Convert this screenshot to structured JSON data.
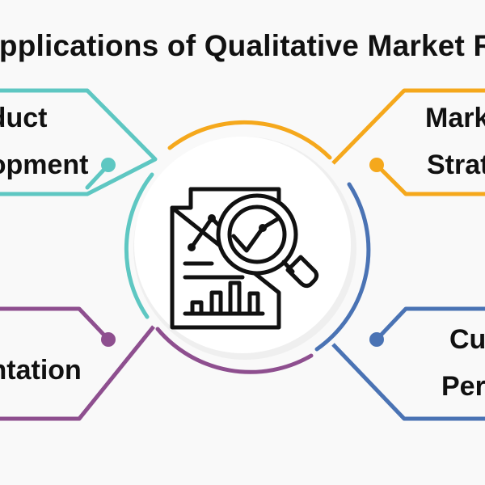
{
  "title": "Applications of Qualitative Market Research",
  "center_icon": "document-analysis-magnifier-icon",
  "branches": [
    {
      "id": "product-development",
      "line1": "Product",
      "line2": "Development",
      "color": "#5ec7c2"
    },
    {
      "id": "marketing-strategy",
      "line1": "Marketing",
      "line2": "Strategy",
      "color": "#f5a81c"
    },
    {
      "id": "segmentation",
      "line1": "Segmentation",
      "line2": "",
      "color": "#8e4f8f"
    },
    {
      "id": "customer-perception",
      "line1": "Customer",
      "line2": "Perception",
      "color": "#4a73b4"
    }
  ]
}
